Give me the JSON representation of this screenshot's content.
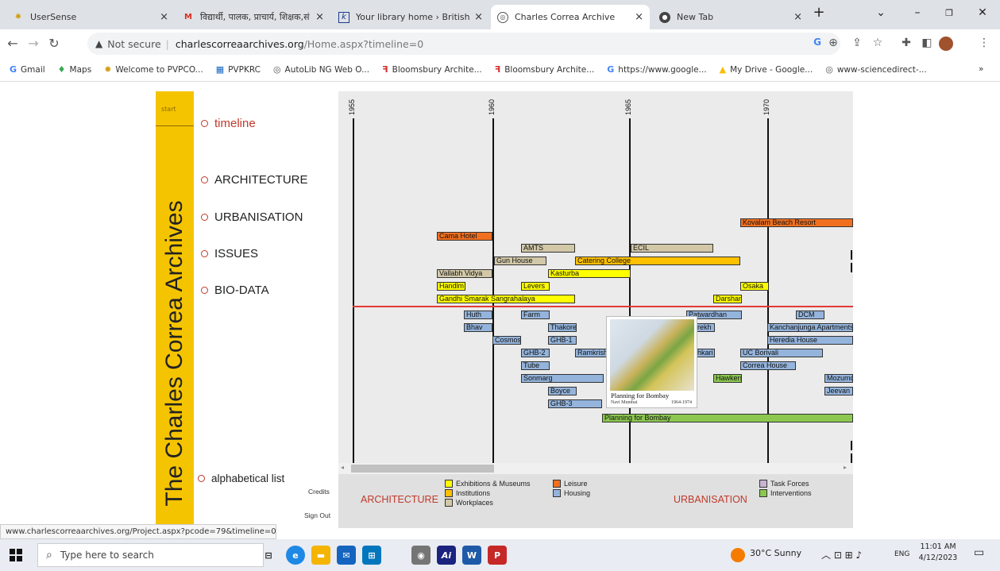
{
  "browser": {
    "tabs": [
      {
        "title": "UserSense",
        "icon": "usersense-icon"
      },
      {
        "title": "विद्यार्थी, पालक, प्राचार्य, शिक्षक,सं",
        "icon": "gmail-icon"
      },
      {
        "title": "Your library home › British Co",
        "icon": "library-icon"
      },
      {
        "title": "Charles Correa Archive",
        "icon": "globe-icon",
        "active": true
      },
      {
        "title": "New Tab",
        "icon": "chrome-icon"
      }
    ],
    "not_secure": "Not secure",
    "url_domain": "charlescorreaarchives.org",
    "url_path": "/Home.aspx?timeline=0",
    "bookmarks": [
      "Gmail",
      "Maps",
      "Welcome to PVPCO...",
      "PVPKRC",
      "AutoLib NG Web O...",
      "Bloomsbury Archite...",
      "Bloomsbury Archite...",
      "https://www.google...",
      "My Drive - Google...",
      "www-sciencedirect-..."
    ],
    "bookmarks_more": "»"
  },
  "sidebar": {
    "start": "start",
    "title": "The Charles Correa Archives",
    "menu": {
      "timeline": "timeline",
      "architecture": "ARCHITECTURE",
      "urbanisation": "URBANISATION",
      "issues": "ISSUES",
      "biodata": "BIO-DATA",
      "alphabetical": "alphabetical list"
    },
    "credits": "Credits",
    "signout": "Sign Out"
  },
  "timeline": {
    "years": [
      "1955",
      "1960",
      "1965",
      "1970"
    ],
    "projects": [
      {
        "name": "Kovalam Beach Resort",
        "type": "leisure"
      },
      {
        "name": "Cama Hotel",
        "type": "leisure"
      },
      {
        "name": "AMTS",
        "type": "workplaces"
      },
      {
        "name": "ECIL",
        "type": "workplaces"
      },
      {
        "name": "Gun House",
        "type": "workplaces"
      },
      {
        "name": "Catering College",
        "type": "institutions"
      },
      {
        "name": "Vallabh Vidya",
        "type": "workplaces"
      },
      {
        "name": "Kasturba",
        "type": "exhibitions"
      },
      {
        "name": "Handlm",
        "type": "exhibitions"
      },
      {
        "name": "Levers",
        "type": "exhibitions"
      },
      {
        "name": "Osaka",
        "type": "exhibitions"
      },
      {
        "name": "Gandhi Smarak Sangrahalaya",
        "type": "exhibitions"
      },
      {
        "name": "Darshan",
        "type": "exhibitions"
      },
      {
        "name": "Huth",
        "type": "housing"
      },
      {
        "name": "Farm",
        "type": "housing"
      },
      {
        "name": "Patwardhan",
        "type": "housing"
      },
      {
        "name": "DCM",
        "type": "housing"
      },
      {
        "name": "Bhav",
        "type": "housing"
      },
      {
        "name": "Thakore",
        "type": "housing"
      },
      {
        "name": "Parekh",
        "type": "housing"
      },
      {
        "name": "Kanchanjunga Apartments",
        "type": "housing"
      },
      {
        "name": "Cosmos",
        "type": "housing"
      },
      {
        "name": "GHB-1",
        "type": "housing"
      },
      {
        "name": "Heredia House",
        "type": "housing"
      },
      {
        "name": "GHB-2",
        "type": "housing"
      },
      {
        "name": "Ramkrishna",
        "type": "housing"
      },
      {
        "name": "Sahkari Housing",
        "type": "housing"
      },
      {
        "name": "UC Borivali",
        "type": "housing"
      },
      {
        "name": "Tube",
        "type": "housing"
      },
      {
        "name": "Correa House",
        "type": "housing"
      },
      {
        "name": "Sonmarg",
        "type": "housing"
      },
      {
        "name": "Hawkers",
        "type": "interventions"
      },
      {
        "name": "Mozumdar",
        "type": "housing"
      },
      {
        "name": "Boyce",
        "type": "housing"
      },
      {
        "name": "Jeevan",
        "type": "housing"
      },
      {
        "name": "GHB-3",
        "type": "housing"
      },
      {
        "name": "Planning for Bombay",
        "type": "interventions"
      }
    ],
    "popup": {
      "title": "Planning for Bombay",
      "sub_left": "Navi Mumbai",
      "sub_right": "1964-1974"
    }
  },
  "legend": {
    "architecture": "ARCHITECTURE",
    "urbanisation": "URBANISATION",
    "items": {
      "exhibitions": {
        "label": "Exhibitions & Museums",
        "color": "#ffff00"
      },
      "institutions": {
        "label": "Institutions",
        "color": "#ffc000"
      },
      "workplaces": {
        "label": "Workplaces",
        "color": "#d2c8a8"
      },
      "leisure": {
        "label": "Leisure",
        "color": "#f07020"
      },
      "housing": {
        "label": "Housing",
        "color": "#94b4dc"
      },
      "task_forces": {
        "label": "Task Forces",
        "color": "#c8b4d2"
      },
      "interventions": {
        "label": "Interventions",
        "color": "#8cc850"
      }
    }
  },
  "status_url": "www.charlescorreaarchives.org/Project.aspx?pcode=79&timeline=0",
  "taskbar": {
    "search_placeholder": "Type here to search",
    "weather": "30°C  Sunny",
    "lang": "ENG",
    "time": "11:01 AM",
    "date": "4/12/2023"
  }
}
